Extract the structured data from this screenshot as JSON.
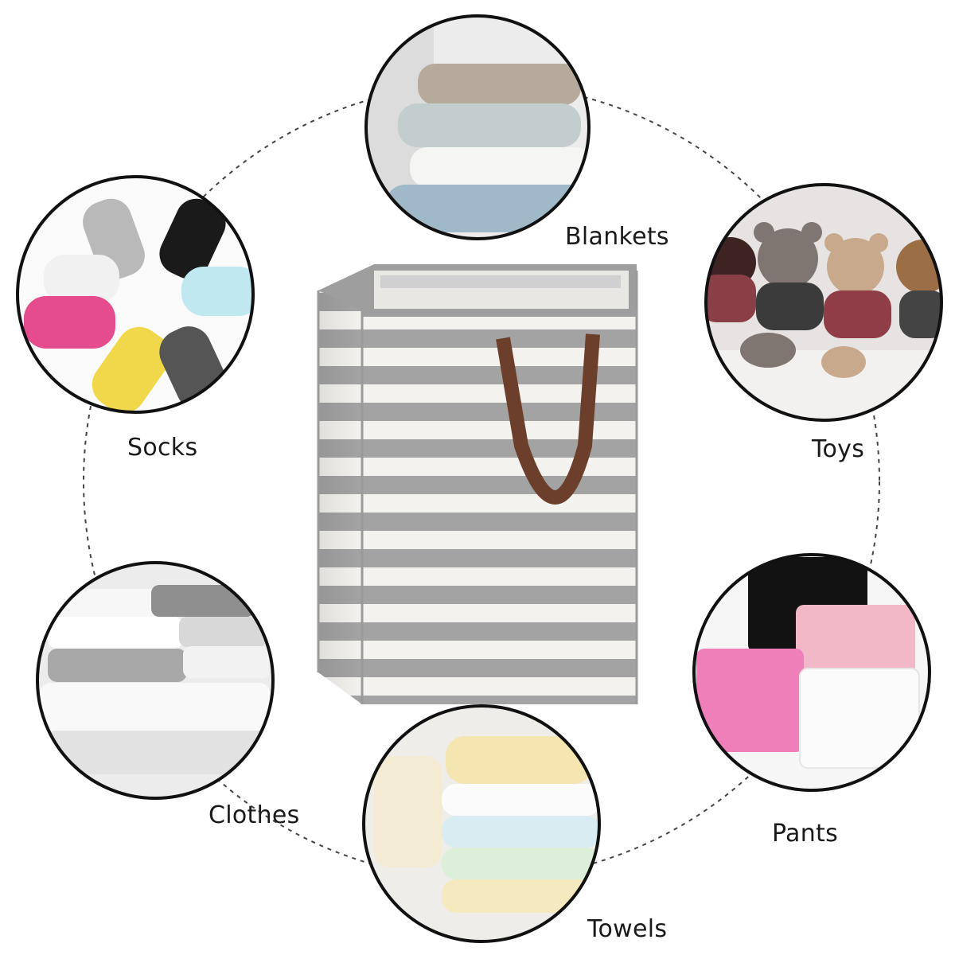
{
  "categories": [
    {
      "id": "blankets",
      "label": "Blankets"
    },
    {
      "id": "socks",
      "label": "Socks"
    },
    {
      "id": "toys",
      "label": "Toys"
    },
    {
      "id": "clothes",
      "label": "Clothes"
    },
    {
      "id": "pants",
      "label": "Pants"
    },
    {
      "id": "towels",
      "label": "Towels"
    }
  ],
  "colors": {
    "background": "#ffffff",
    "ring": "#1a1a1a",
    "dashed_circle": "#444444",
    "stripe_gray": "#a3a3a3",
    "stripe_white": "#f4f2ee",
    "handle_brown": "#6b3f2c"
  }
}
